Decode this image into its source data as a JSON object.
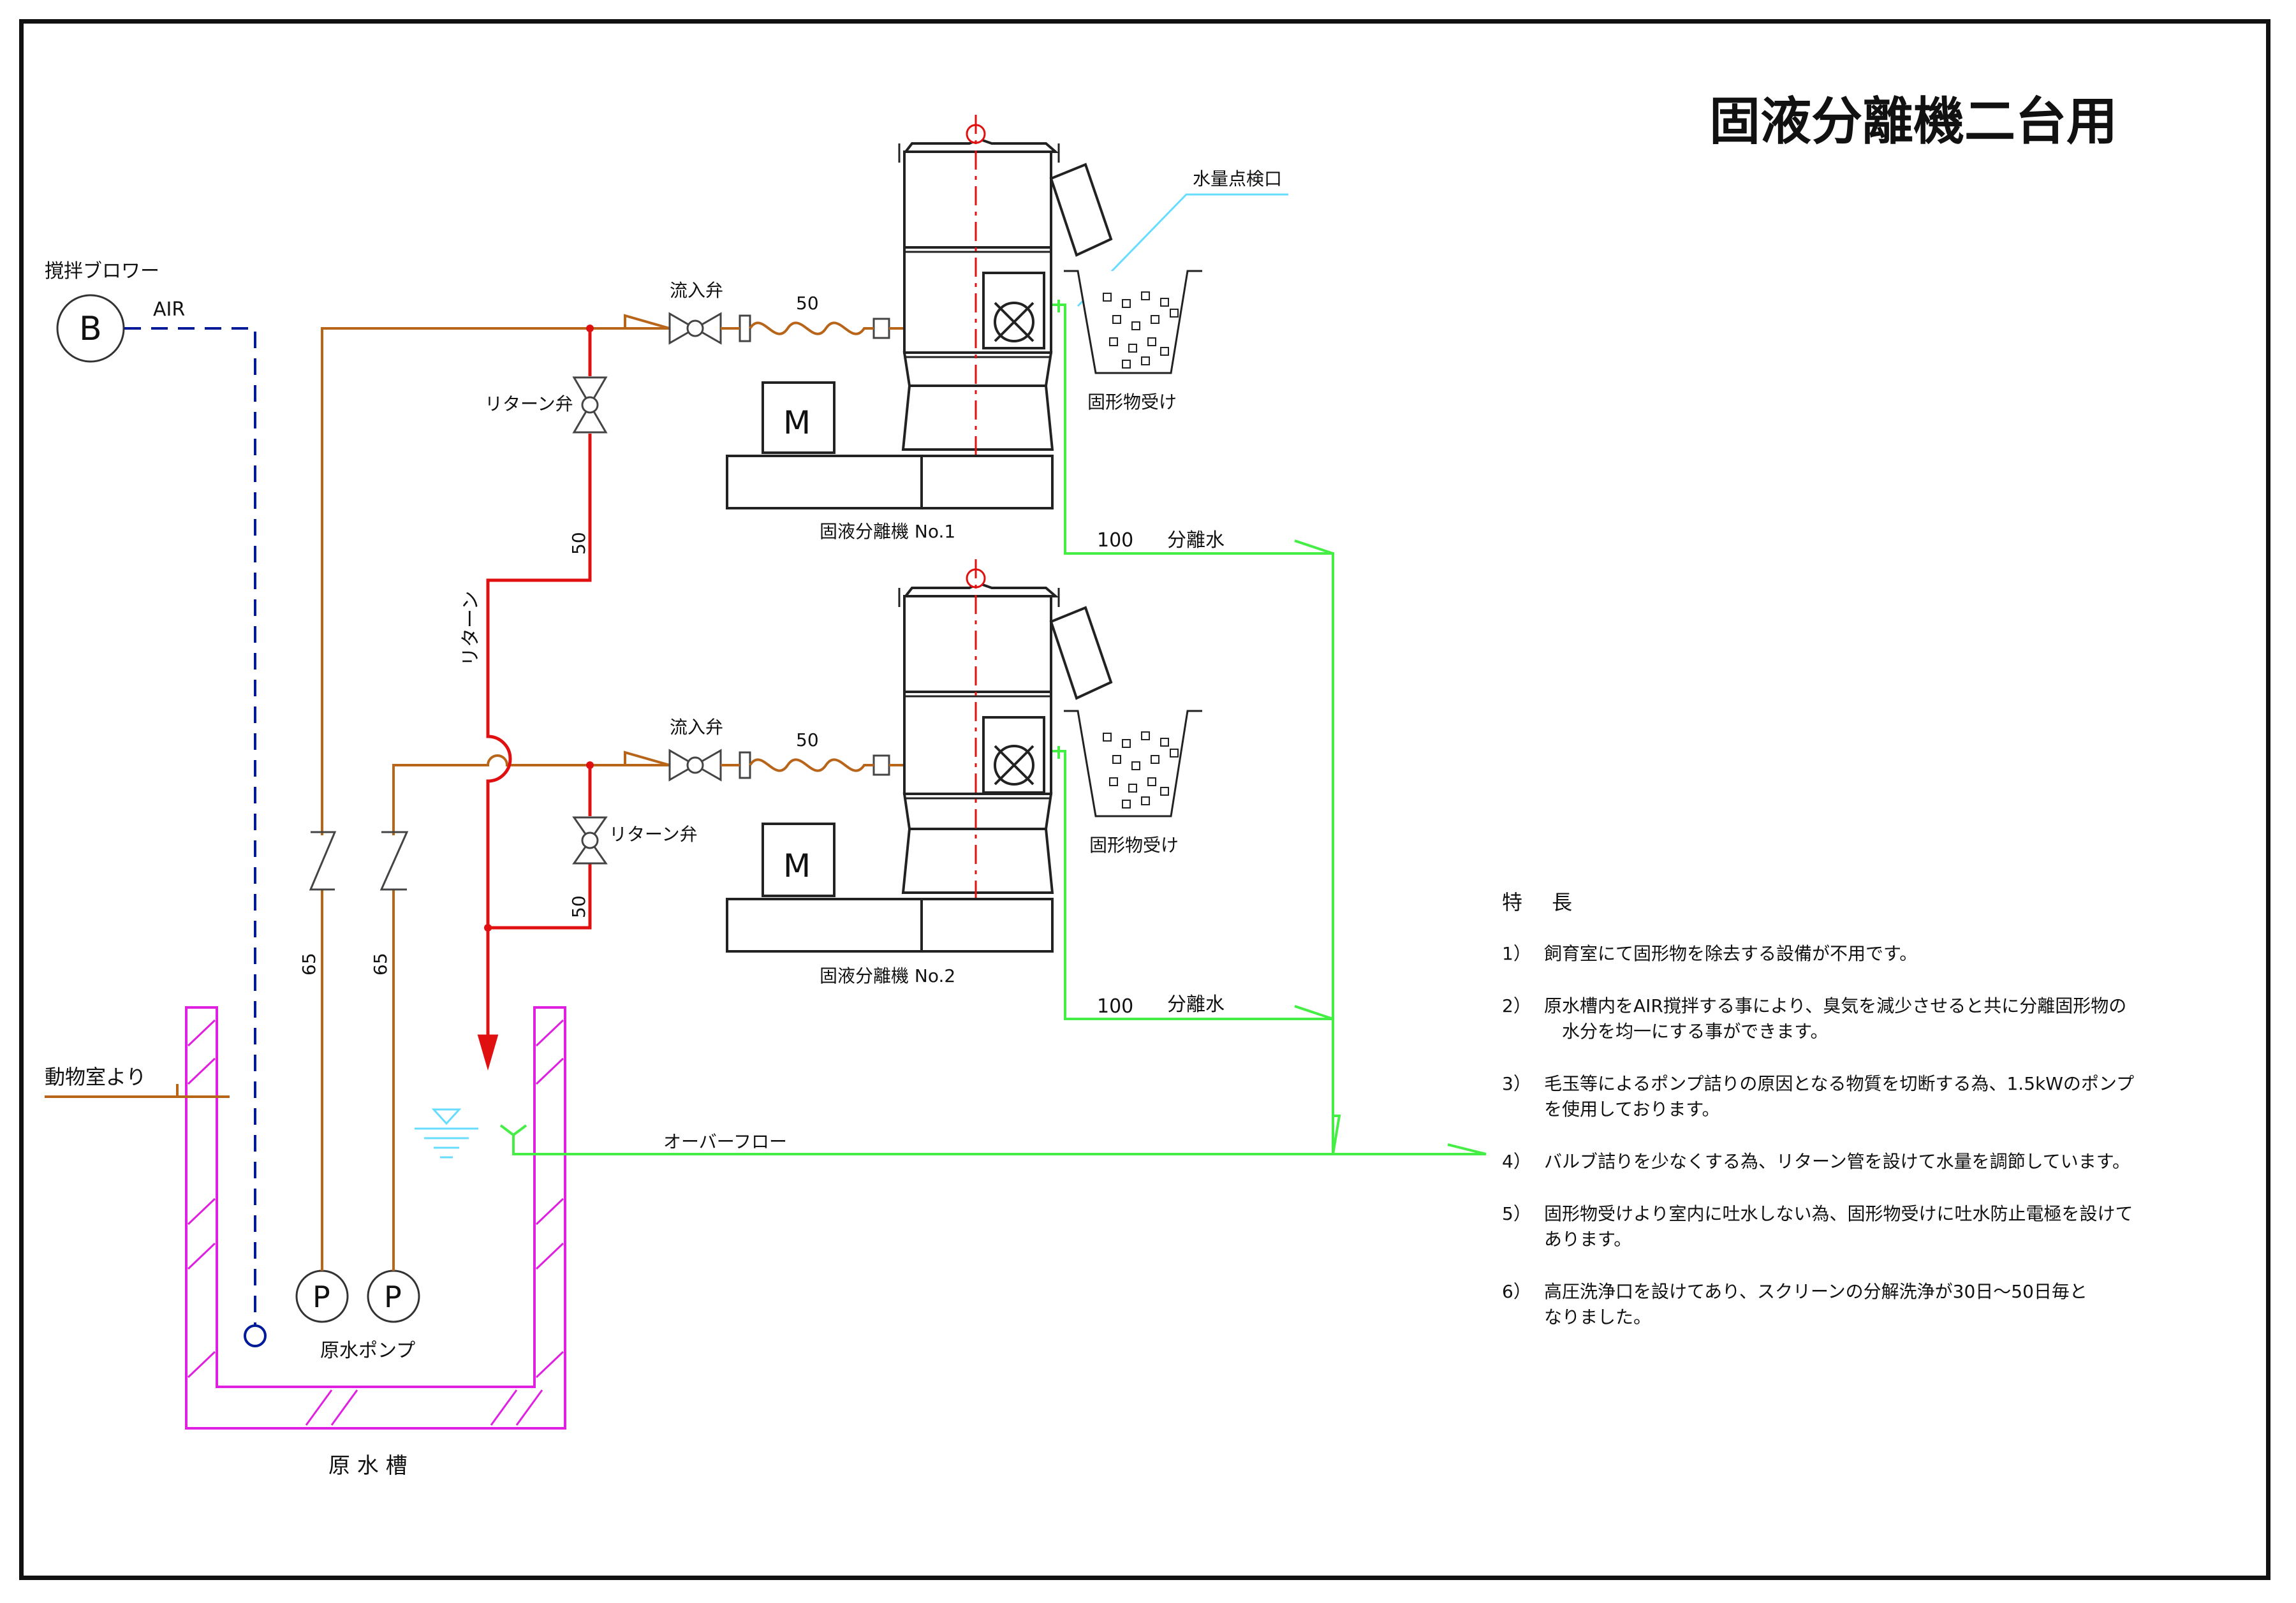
{
  "title": "固液分離機二台用",
  "labels": {
    "blower": "撹拌ブロワー",
    "blower_symbol": "B",
    "air": "AIR",
    "inflow_valve": "流入弁",
    "return_valve": "リターン弁",
    "pipe_50": "50",
    "pipe_65": "65",
    "pipe_100": "100",
    "return_line": "リターン",
    "motor_symbol": "M",
    "machine_1": "固液分離機 No.1",
    "machine_2": "固液分離機 No.2",
    "water_check_port": "水量点検口",
    "solids_receiver": "固形物受け",
    "separated_water": "分離水",
    "overflow": "オーバーフロー",
    "from_animal_room": "動物室より",
    "pump_symbol": "P",
    "raw_water_pump": "原水ポンプ",
    "raw_water_tank": "原 水 槽"
  },
  "features": {
    "heading": "特 長",
    "items": [
      {
        "num": "1）",
        "text": "飼育室にて固形物を除去する設備が不用です。"
      },
      {
        "num": "2）",
        "text": "原水槽内をAIR撹拌する事により、臭気を減少させると共に分離固形物の\n　水分を均一にする事ができます。"
      },
      {
        "num": "3）",
        "text": "毛玉等によるポンプ詰りの原因となる物質を切断する為、1.5kWのポンプ\nを使用しております。"
      },
      {
        "num": "4）",
        "text": "バルブ詰りを少なくする為、リターン管を設けて水量を調節しています。"
      },
      {
        "num": "5）",
        "text": "固形物受けより室内に吐水しない為、固形物受けに吐水防止電極を設けて\nあります。"
      },
      {
        "num": "6）",
        "text": "高圧洗浄口を設けてあり、スクリーンの分解洗浄が30日～50日毎と\nなりました。"
      }
    ]
  },
  "colors": {
    "supply_pipe": "#b8651a",
    "return_pipe": "#e01010",
    "separated_water_pipe": "#44ee44",
    "air_pipe": "#001a99",
    "tank": "#e020e0",
    "inspection_leader": "#66ddff",
    "centerline": "#e01010"
  }
}
